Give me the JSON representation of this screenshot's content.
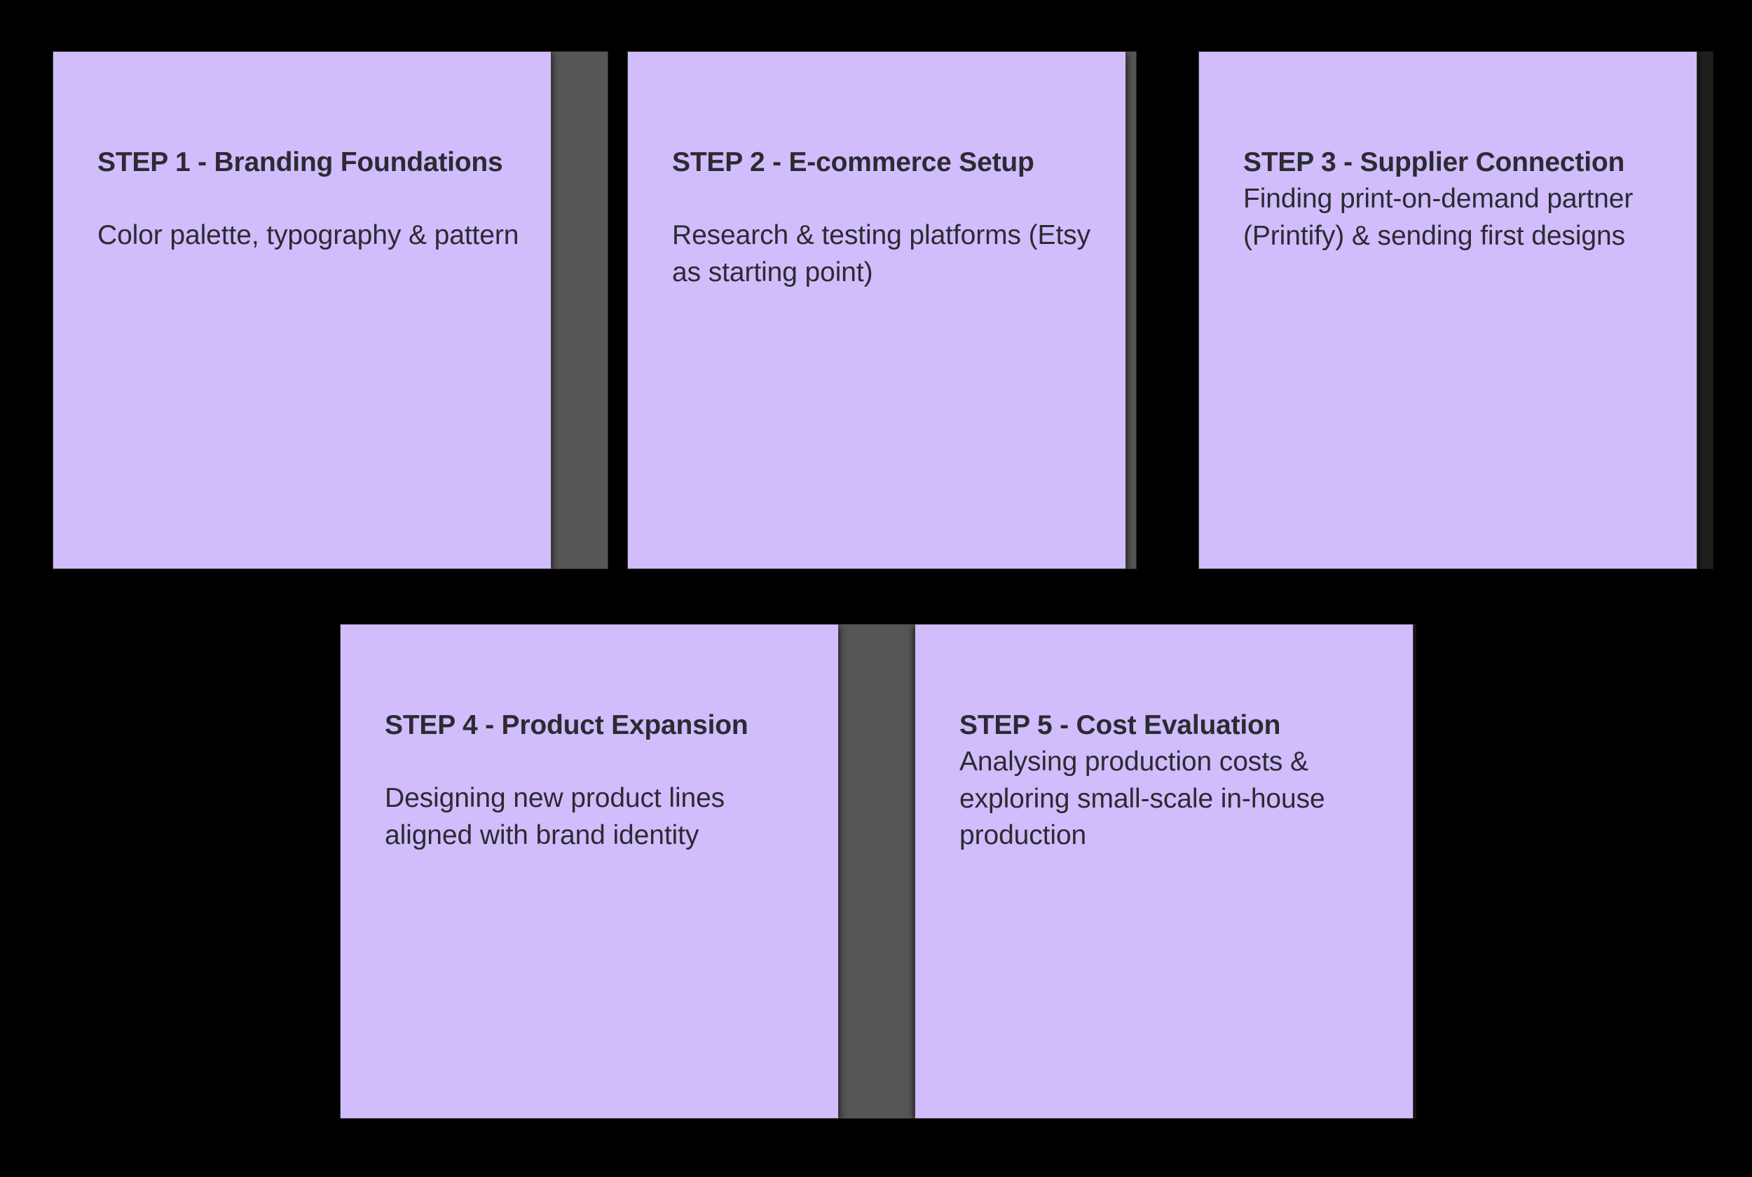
{
  "background_color": "#000000",
  "card_color": "#d1bdfb",
  "card_text_color": "#2b2b33",
  "side_panel_color": "#565656",
  "cards": [
    {
      "id": "step-1",
      "title": "STEP 1 - Branding Foundations",
      "body": "Color palette, typography & pattern",
      "spacer": true
    },
    {
      "id": "step-2",
      "title": "STEP 2 - E-commerce Setup",
      "body": "Research & testing platforms (Etsy as starting point)",
      "spacer": true
    },
    {
      "id": "step-3",
      "title": "STEP 3 - Supplier Connection",
      "body": "Finding print-on-demand partner (Printify) & sending first designs",
      "spacer": false
    },
    {
      "id": "step-4",
      "title": "STEP 4 - Product Expansion",
      "body": "Designing new product lines aligned with brand identity",
      "spacer": true
    },
    {
      "id": "step-5",
      "title": "STEP 5 - Cost Evaluation",
      "body": "Analysing production costs & exploring small-scale in-house production",
      "spacer": false
    }
  ]
}
